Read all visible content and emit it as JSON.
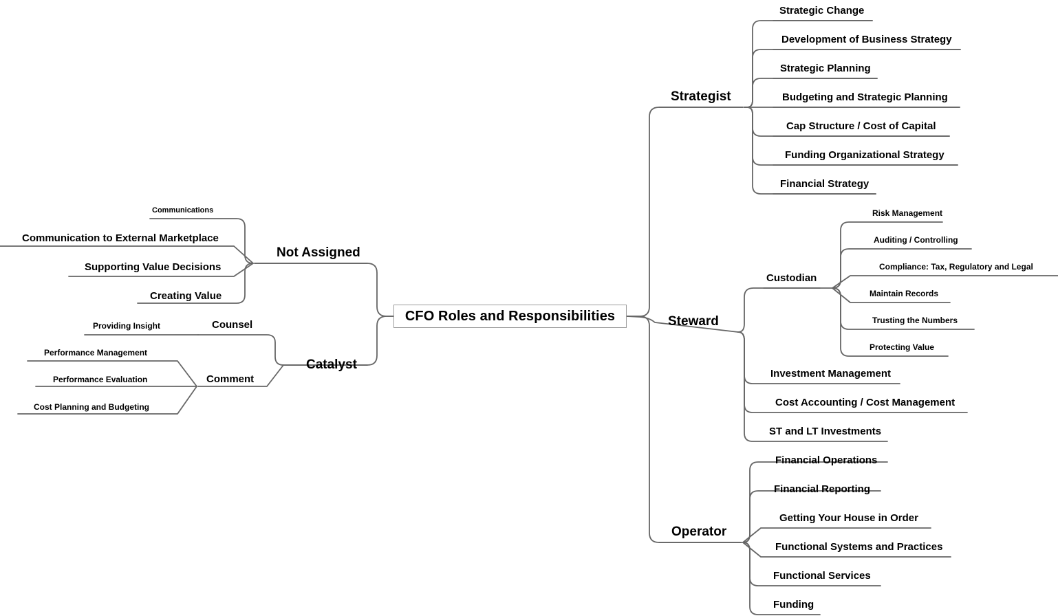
{
  "diagram": {
    "title": "CFO Roles and Responsibilities",
    "type": "mind-map",
    "line_color": "#666666",
    "root_border_color": "#9a9a9a",
    "background": "#ffffff",
    "text_color": "#000000"
  },
  "root": {
    "label": "CFO Roles and Responsibilities"
  },
  "branches": {
    "right": [
      {
        "label": "Strategist",
        "children": [
          {
            "label": "Strategic Change"
          },
          {
            "label": "Development of Business Strategy"
          },
          {
            "label": "Strategic Planning"
          },
          {
            "label": "Budgeting and Strategic Planning"
          },
          {
            "label": "Cap Structure / Cost of Capital"
          },
          {
            "label": "Funding Organizational Strategy"
          },
          {
            "label": "Financial Strategy"
          }
        ]
      },
      {
        "label": "Steward",
        "children": [
          {
            "label": "Custodian",
            "children": [
              {
                "label": "Risk Management"
              },
              {
                "label": "Auditing / Controlling"
              },
              {
                "label": "Compliance: Tax, Regulatory and Legal"
              },
              {
                "label": "Maintain Records"
              },
              {
                "label": "Trusting the Numbers"
              },
              {
                "label": "Protecting Value"
              }
            ]
          },
          {
            "label": "Investment Management"
          },
          {
            "label": "Cost Accounting / Cost Management"
          },
          {
            "label": "ST and LT Investments"
          }
        ]
      },
      {
        "label": "Operator",
        "children": [
          {
            "label": "Financial Operations"
          },
          {
            "label": "Financial Reporting"
          },
          {
            "label": "Getting Your House in Order"
          },
          {
            "label": "Functional Systems and Practices"
          },
          {
            "label": "Functional Services"
          },
          {
            "label": "Funding"
          }
        ]
      }
    ],
    "left": [
      {
        "label": "Not Assigned",
        "children": [
          {
            "label": "Communications"
          },
          {
            "label": "Communication to External Marketplace"
          },
          {
            "label": "Supporting Value Decisions"
          },
          {
            "label": "Creating Value"
          }
        ]
      },
      {
        "label": "Catalyst",
        "children": [
          {
            "label": "Counsel",
            "children": [
              {
                "label": "Providing Insight"
              }
            ]
          },
          {
            "label": "Comment",
            "children": [
              {
                "label": "Performance Management"
              },
              {
                "label": "Performance Evaluation"
              },
              {
                "label": "Cost Planning and Budgeting"
              }
            ]
          }
        ]
      }
    ]
  }
}
